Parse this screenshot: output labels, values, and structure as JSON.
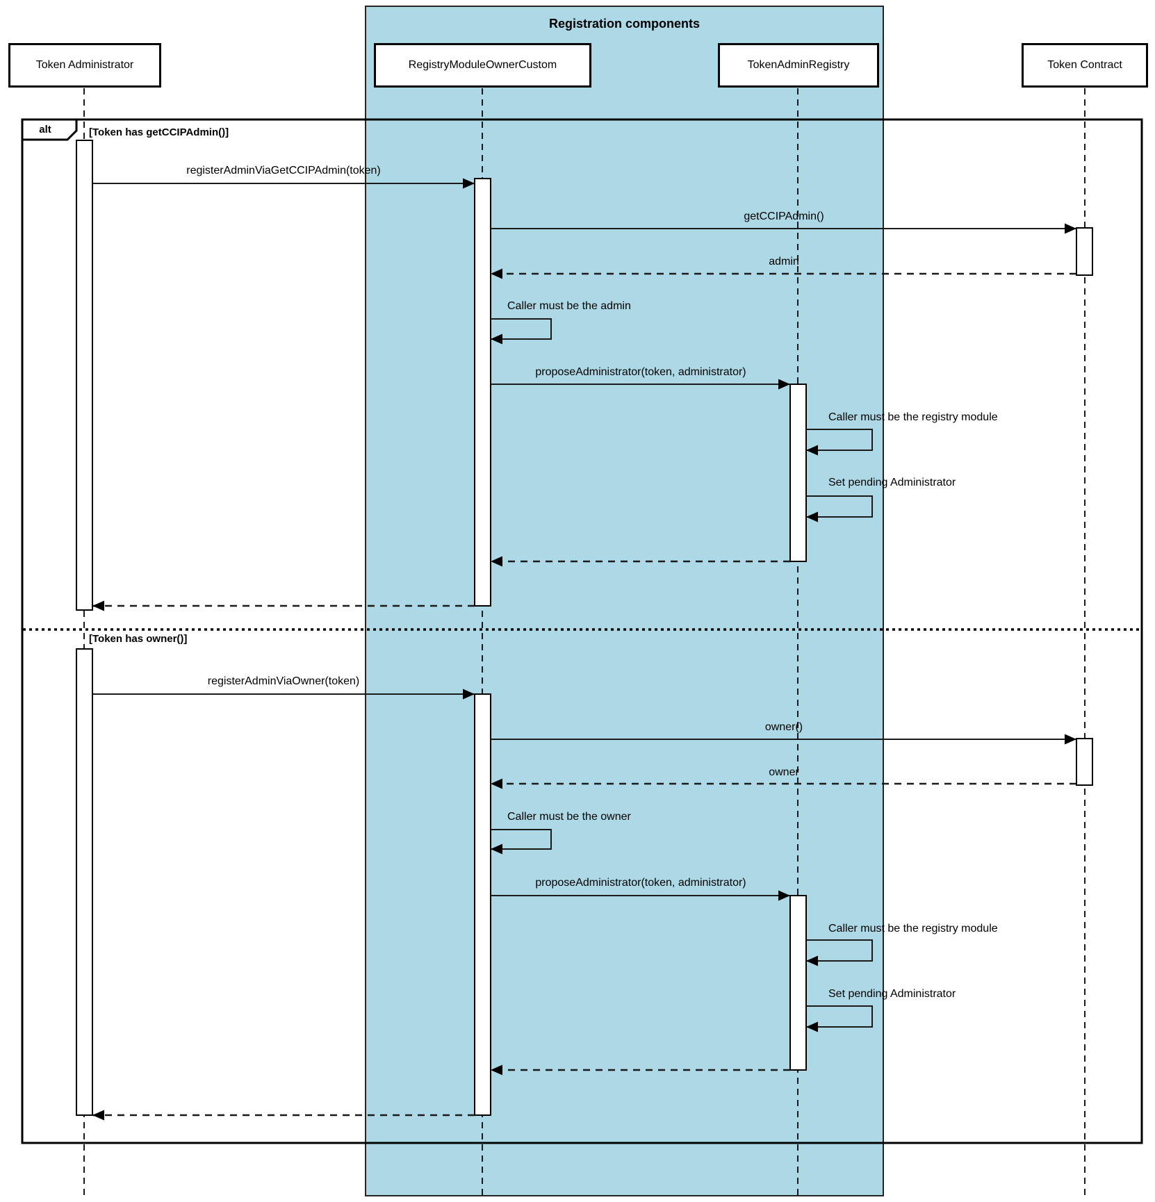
{
  "group": {
    "title": "Registration components",
    "fill_color": "#ADD8E6"
  },
  "participants": [
    {
      "id": "token-administrator",
      "label": "Token Administrator"
    },
    {
      "id": "registry-module-owner-custom",
      "label": "RegistryModuleOwnerCustom"
    },
    {
      "id": "token-admin-registry",
      "label": "TokenAdminRegistry"
    },
    {
      "id": "token-contract",
      "label": "Token Contract"
    }
  ],
  "alt_frame": {
    "operator": "alt",
    "guards": [
      "[Token has getCCIPAdmin()]",
      "[Token has owner()]"
    ]
  },
  "sections": [
    {
      "messages": [
        {
          "label": "registerAdminViaGetCCIPAdmin(token)",
          "type": "sync",
          "from": "token-administrator",
          "to": "registry-module-owner-custom"
        },
        {
          "label": "getCCIPAdmin()",
          "type": "sync",
          "from": "registry-module-owner-custom",
          "to": "token-contract"
        },
        {
          "label": "admin",
          "type": "return",
          "from": "token-contract",
          "to": "registry-module-owner-custom"
        },
        {
          "label": "Caller must be the admin",
          "type": "self",
          "from": "registry-module-owner-custom",
          "to": "registry-module-owner-custom"
        },
        {
          "label": "proposeAdministrator(token, administrator)",
          "type": "sync",
          "from": "registry-module-owner-custom",
          "to": "token-admin-registry"
        },
        {
          "label": "Caller must be the registry module",
          "type": "self",
          "from": "token-admin-registry",
          "to": "token-admin-registry"
        },
        {
          "label": "Set pending Administrator",
          "type": "self",
          "from": "token-admin-registry",
          "to": "token-admin-registry"
        },
        {
          "label": "",
          "type": "return",
          "from": "token-admin-registry",
          "to": "registry-module-owner-custom"
        },
        {
          "label": "",
          "type": "return",
          "from": "registry-module-owner-custom",
          "to": "token-administrator"
        }
      ]
    },
    {
      "messages": [
        {
          "label": "registerAdminViaOwner(token)",
          "type": "sync",
          "from": "token-administrator",
          "to": "registry-module-owner-custom"
        },
        {
          "label": "owner()",
          "type": "sync",
          "from": "registry-module-owner-custom",
          "to": "token-contract"
        },
        {
          "label": "owner",
          "type": "return",
          "from": "token-contract",
          "to": "registry-module-owner-custom"
        },
        {
          "label": "Caller must be the owner",
          "type": "self",
          "from": "registry-module-owner-custom",
          "to": "registry-module-owner-custom"
        },
        {
          "label": "proposeAdministrator(token, administrator)",
          "type": "sync",
          "from": "registry-module-owner-custom",
          "to": "token-admin-registry"
        },
        {
          "label": "Caller must be the registry module",
          "type": "self",
          "from": "token-admin-registry",
          "to": "token-admin-registry"
        },
        {
          "label": "Set pending Administrator",
          "type": "self",
          "from": "token-admin-registry",
          "to": "token-admin-registry"
        },
        {
          "label": "",
          "type": "return",
          "from": "token-admin-registry",
          "to": "registry-module-owner-custom"
        },
        {
          "label": "",
          "type": "return",
          "from": "registry-module-owner-custom",
          "to": "token-administrator"
        }
      ]
    }
  ]
}
